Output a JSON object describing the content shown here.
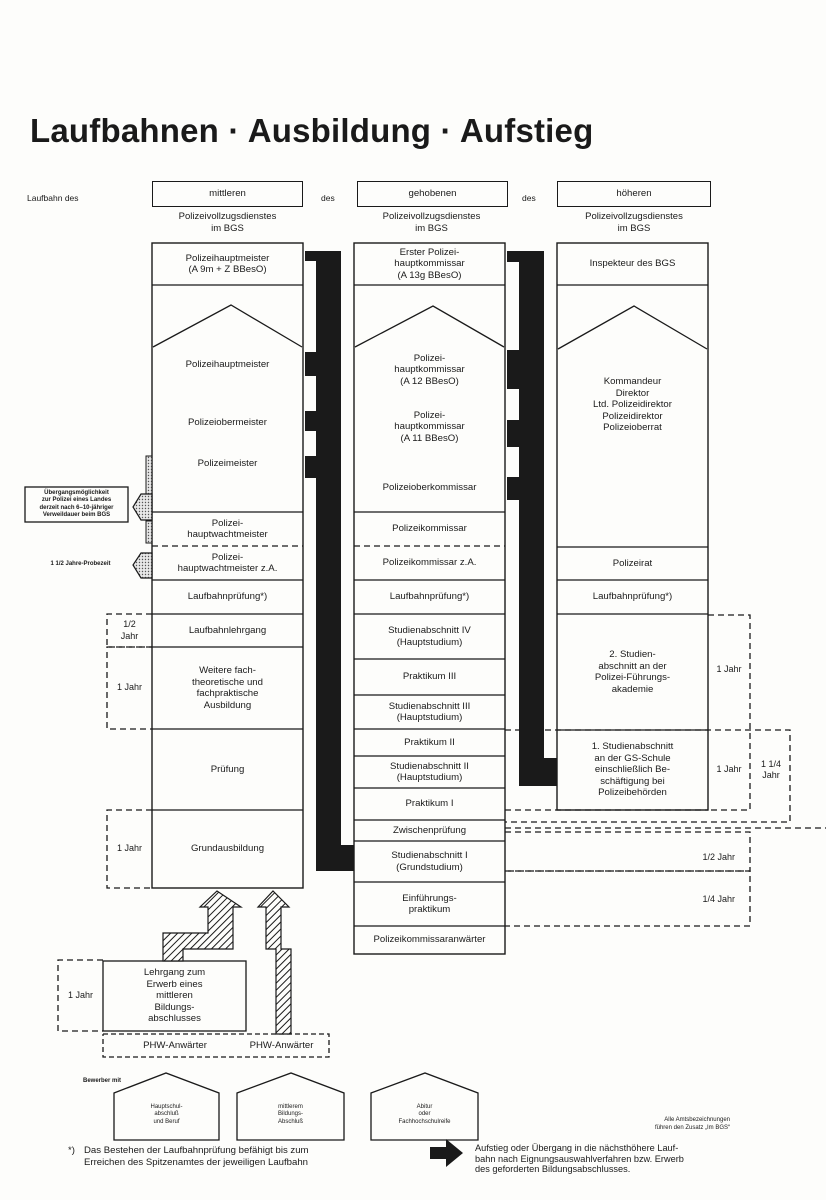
{
  "title": "Laufbahnen · Ausbildung · Aufstieg",
  "header": {
    "laufbahn_des": "Laufbahn des",
    "des": "des",
    "columns": [
      {
        "name": "mittleren",
        "sub": "Polizeivollzugsdienstes\nim BGS"
      },
      {
        "name": "gehobenen",
        "sub": "Polizeivollzugsdienstes\nim BGS"
      },
      {
        "name": "höheren",
        "sub": "Polizeivollzugsdienstes\nim BGS"
      }
    ]
  },
  "mittlerer": {
    "top": "Polizeihauptmeister\n(A 9m + Z BBesO)",
    "ranks": [
      "Polizeihauptmeister",
      "Polizeiobermeister",
      "Polizeimeister"
    ],
    "hauptwachtmeister": "Polizei-\nhauptwachtmeister",
    "hauptwachtmeister_za": "Polizei-\nhauptwachtmeister z.A.",
    "pruefung": "Laufbahnprüfung*)",
    "lehrgang": "Laufbahnlehrgang",
    "weitere": "Weitere fach-\ntheoretische und\nfachpraktische\nAusbildung",
    "pruefung2": "Prüfung",
    "grund": "Grundausbildung",
    "dur_half": "1/2\nJahr",
    "dur_1a": "1 Jahr",
    "dur_1b": "1 Jahr",
    "uebergang": "Übergangsmöglichkeit\nzur Polizei eines Landes\nderzeit nach 6–10-jähriger\nVerweildauer beim BGS",
    "probezeit": "1 1/2 Jahre-Probezeit",
    "lehrgang_erwerb": "Lehrgang zum\nErwerb eines\nmittleren\nBildungs-\nabschlusses",
    "dur_lehrgang": "1 Jahr",
    "phw1": "PHW-Anwärter",
    "phw2": "PHW-Anwärter"
  },
  "gehobener": {
    "top": "Erster Polizei-\nhauptkommissar\n(A 13g BBesO)",
    "rank_a12": "Polizei-\nhauptkommissar\n(A 12 BBesO)",
    "rank_a11": "Polizei-\nhauptkommissar\n(A 11 BBesO)",
    "oberkommissar": "Polizeioberkommissar",
    "kommissar": "Polizeikommissar",
    "kommissar_za": "Polizeikommissar z.A.",
    "pruefung": "Laufbahnprüfung*)",
    "stages": [
      "Studienabschnitt IV\n(Hauptstudium)",
      "Praktikum III",
      "Studienabschnitt III\n(Hauptstudium)",
      "Praktikum II",
      "Studienabschnitt II\n(Hauptstudium)",
      "Praktikum I",
      "Zwischenprüfung",
      "Studienabschnitt I\n(Grundstudium)",
      "Einführungs-\npraktikum",
      "Polizeikommissaranwärter"
    ],
    "dur_half": "1/2 Jahr",
    "dur_quarter": "1/4 Jahr"
  },
  "hoeherer": {
    "top": "Inspekteur des BGS",
    "ranks": "Kommandeur\nDirektor\nLtd. Polizeidirektor\nPolizeidirektor\nPolizeioberrat",
    "polizeirat": "Polizeirat",
    "pruefung": "Laufbahnprüfung*)",
    "studien2": "2. Studien-\nabschnitt an der\nPolizei-Führungs-\nakademie",
    "studien1": "1. Studienabschnitt\nan der GS-Schule\neinschließlich Be-\nschäftigung bei\nPolizeibehörden",
    "dur_1a": "1 Jahr",
    "dur_1b": "1 Jahr",
    "dur_total": "1 1/4\nJahr"
  },
  "bewerber": {
    "label": "Bewerber mit",
    "houses": [
      "Hauptschul-\nabschluß\nund Beruf",
      "mittlerem\nBildungs-\nAbschluß",
      "Abitur\noder\nFachhochschulreife"
    ]
  },
  "footer": {
    "footnote_mark": "*)",
    "footnote": "Das Bestehen der Laufbahnprüfung befähigt bis zum\nErreichen des Spitzenamtes der jeweiligen Laufbahn",
    "amts": "Alle Amtsbezeichnungen\nführen den Zusatz „Im BGS“",
    "arrow_legend": "Aufstieg oder Übergang in die nächsthöhere Lauf-\nbahn nach Eignungsauswahlverfahren bzw. Erwerb\ndes geforderten Bildungsabschlusses."
  }
}
